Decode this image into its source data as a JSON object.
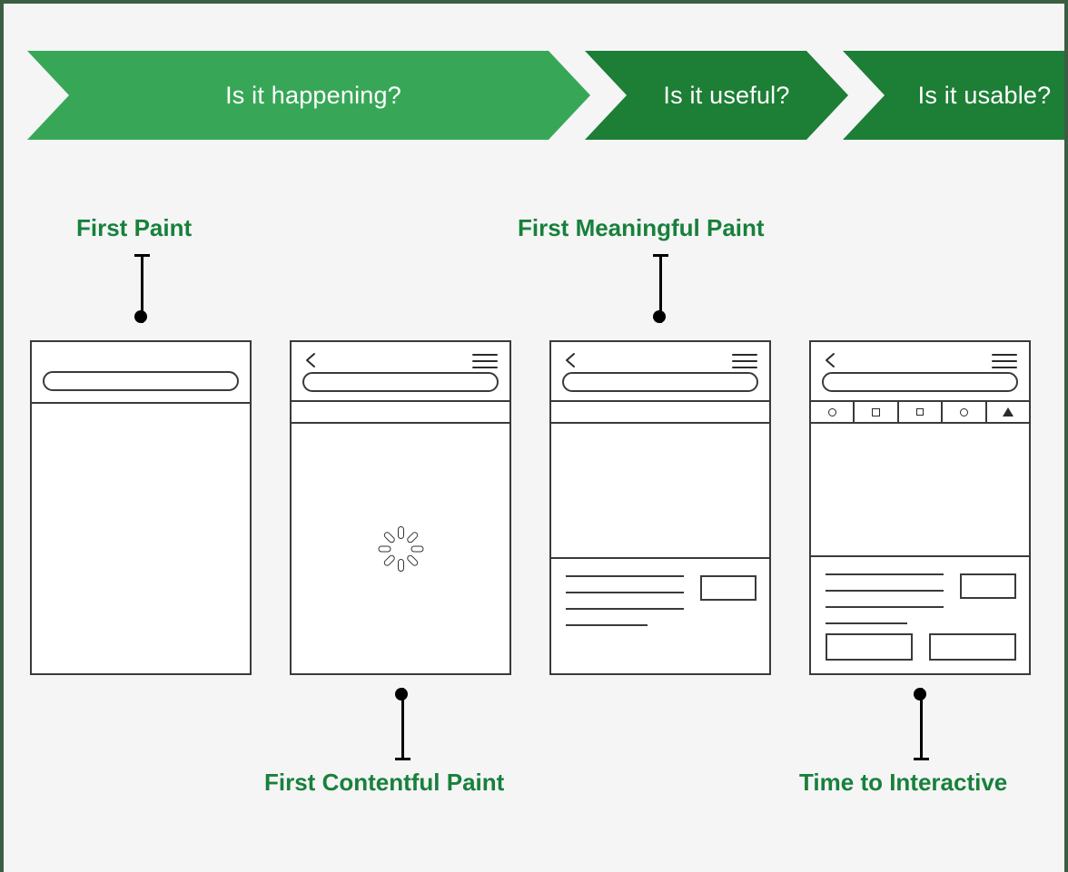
{
  "banner": {
    "segments": [
      {
        "label": "Is it happening?",
        "color": "#37a757"
      },
      {
        "label": "Is it useful?",
        "color": "#1d7e36"
      },
      {
        "label": "Is it usable?",
        "color": "#1d7e36"
      }
    ]
  },
  "metrics": {
    "first_paint": "First Paint",
    "first_meaningful_paint": "First Meaningful Paint",
    "first_contentful_paint": "First Contentful Paint",
    "time_to_interactive": "Time to Interactive"
  },
  "colors": {
    "accent_green": "#18803c",
    "banner_light": "#37a757",
    "banner_dark": "#1d7e36",
    "page_background": "#f5f5f5",
    "frame_border": "#3b5e42",
    "wireframe_stroke": "#3a3a3a"
  },
  "phones": [
    {
      "id": "first-paint",
      "chrome": {
        "back": false,
        "menu": false,
        "urlbar": true
      },
      "tabstrip": false,
      "tabbar": null,
      "spinner": false,
      "hero": false,
      "content": null
    },
    {
      "id": "first-contentful-paint",
      "chrome": {
        "back": true,
        "menu": true,
        "urlbar": true
      },
      "tabstrip": true,
      "tabbar": null,
      "spinner": true,
      "hero": false,
      "content": null
    },
    {
      "id": "first-meaningful-paint",
      "chrome": {
        "back": true,
        "menu": true,
        "urlbar": true
      },
      "tabstrip": true,
      "tabbar": null,
      "spinner": false,
      "hero": true,
      "content": {
        "lines": 4,
        "image_box": true,
        "ctas": 0
      }
    },
    {
      "id": "time-to-interactive",
      "chrome": {
        "back": true,
        "menu": true,
        "urlbar": true
      },
      "tabstrip": false,
      "tabbar": [
        "circle",
        "square",
        "square-small",
        "circle",
        "triangle"
      ],
      "spinner": false,
      "hero": true,
      "content": {
        "lines": 4,
        "image_box": true,
        "ctas": 2
      }
    }
  ]
}
